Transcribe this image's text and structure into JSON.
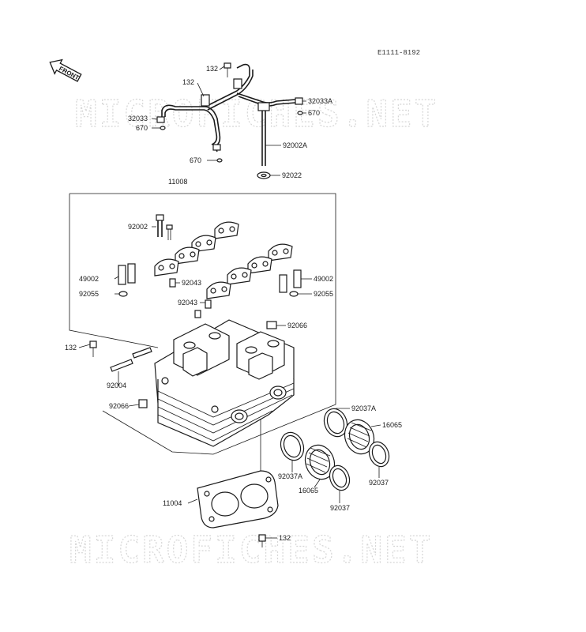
{
  "diagram_code": "E1111-8192",
  "front_label": "FRONT",
  "watermark": "MICROFICHES.NET",
  "callouts": {
    "c132_top": "132",
    "c132_top2": "132",
    "c32033A": "32033A",
    "c670_r": "670",
    "c32033": "32033",
    "c670_l": "670",
    "c92002A": "92002A",
    "c670_b": "670",
    "c92022": "92022",
    "c11008": "11008",
    "c92002": "92002",
    "c49002_l": "49002",
    "c92043_a": "92043",
    "c49002_r": "49002",
    "c92055_l": "92055",
    "c92043_b": "92043",
    "c92055_r": "92055",
    "c92066_r": "92066",
    "c132_l": "132",
    "c92004": "92004",
    "c92066_l": "92066",
    "c92037A_top": "92037A",
    "c16065_r": "16065",
    "c92037A_b": "92037A",
    "c92037_r": "92037",
    "c16065_b": "16065",
    "c92037_b": "92037",
    "c11004": "11004",
    "c132_bot": "132"
  }
}
